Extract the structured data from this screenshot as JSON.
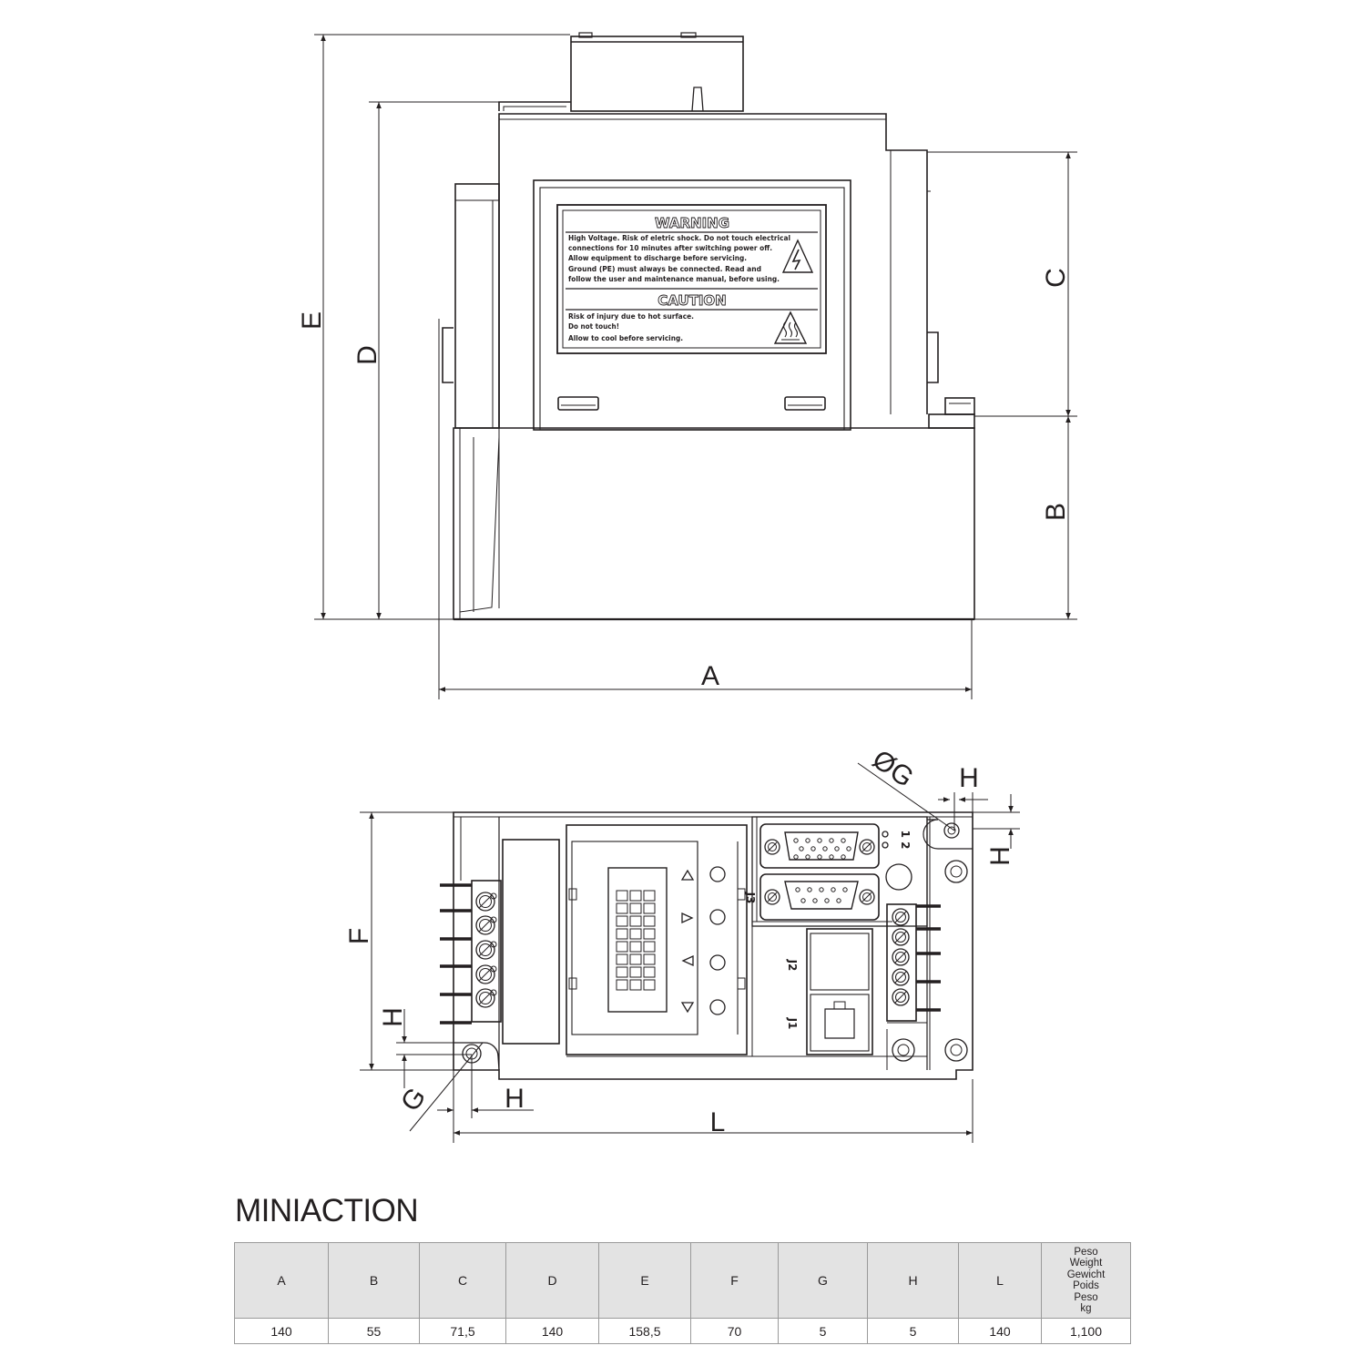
{
  "front_view": {
    "dimension_labels": {
      "a": "A",
      "b": "B",
      "c": "C",
      "d": "D",
      "e": "E"
    },
    "warning_label": {
      "warning_title": "WARNING",
      "warning_lines": [
        "High Voltage. Risk of eletric shock. Do not touch electrical",
        "connections for 10 minutes after switching power off.",
        "Allow equipment to discharge before servicing.",
        "Ground (PE) must always be connected. Read and",
        "follow the user and maintenance manual, before using."
      ],
      "caution_title": "CAUTION",
      "caution_lines": [
        "Risk of injury due to hot surface.",
        "Do not touch!",
        "Allow to cool before servicing."
      ]
    }
  },
  "bottom_view": {
    "dimension_labels": {
      "f": "F",
      "g": "G",
      "og": "ØG",
      "h": "H",
      "l": "L"
    },
    "port_labels": {
      "j1": "J1",
      "j2": "J2",
      "j3": "J3",
      "indicators": "1 2"
    }
  },
  "product": {
    "name": "MINIACTION"
  },
  "table": {
    "headers": [
      "A",
      "B",
      "C",
      "D",
      "E",
      "F",
      "G",
      "H",
      "L"
    ],
    "weight_header": [
      "Peso",
      "Weight",
      "Gewicht",
      "Poids",
      "Peso",
      "kg"
    ],
    "values": [
      "140",
      "55",
      "71,5",
      "140",
      "158,5",
      "70",
      "5",
      "5",
      "140",
      "1,100"
    ]
  }
}
